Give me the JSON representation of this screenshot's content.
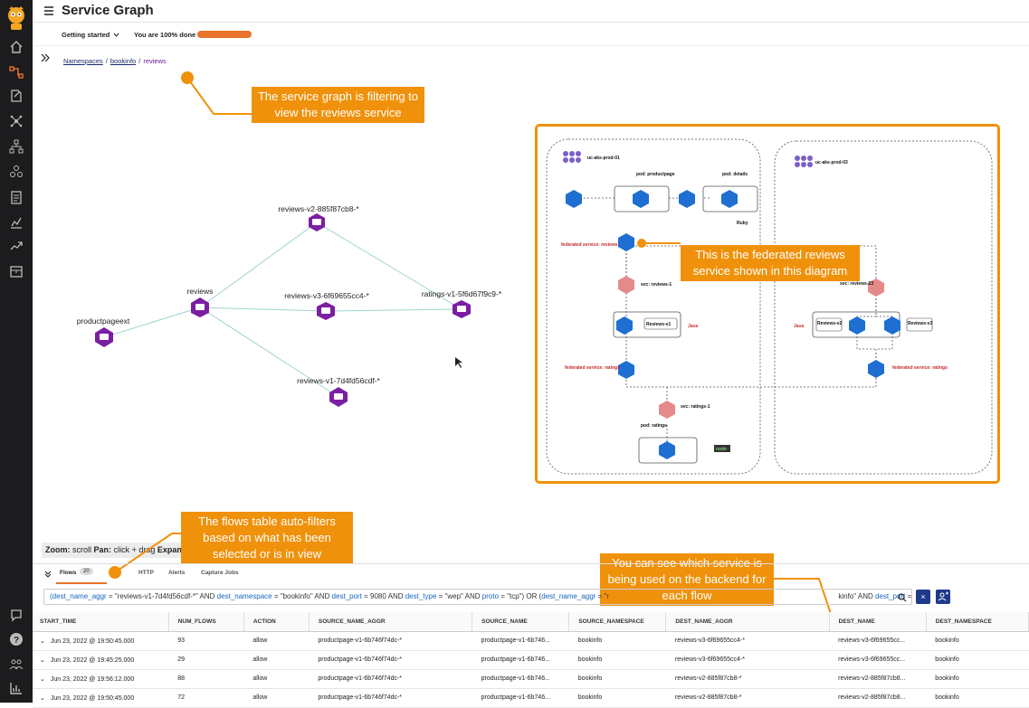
{
  "header": {
    "title": "Service Graph"
  },
  "progress": {
    "getting_started": "Getting started",
    "done_text": "You are 100% done",
    "value_percent": 100,
    "bar_color": "#e8732a"
  },
  "breadcrumb": {
    "items": [
      "Namespaces",
      "bookinfo",
      "reviews"
    ],
    "separator": "/"
  },
  "graph": {
    "nodes": {
      "reviews_v2": "reviews-v2-885f87cb8-*",
      "reviews": "reviews",
      "reviews_v3": "reviews-v3-6f69655cc4-*",
      "ratings_v1": "ratings-v1-5f6d67f9c9-*",
      "productpageext": "productpageext",
      "reviews_v1": "reviews-v1-7d4fd56cdf-*"
    },
    "node_color": "#7b1fa2"
  },
  "callouts": {
    "filter": "The service graph is filtering to view the reviews service",
    "federated": "This is the federated reviews service shown in this diagram",
    "flows": "The flows table auto-filters based on what has been selected or is in view",
    "backend": "You can see which service is being used on the backend for each flow"
  },
  "federated_diagram": {
    "cluster_left": "uc-aks-prod-01",
    "cluster_right": "uc-aks-prod-03",
    "pod_productpage": "pod: productpage",
    "pod_details": "pod: details",
    "ruby": "Ruby",
    "fed_reviews": "federated service: reviews",
    "svc_reviews_1": "svc: reviews-1",
    "svc_reviews_23": "svc: reviews-23",
    "reviews_v1": "Reviews-v1",
    "reviews_v2": "Reviews-v2",
    "reviews_v3": "Reviews-v3",
    "java": "Java",
    "fed_ratings_left": "federated service: ratings",
    "fed_ratings_right": "federated service: ratings",
    "svc_ratings_1": "svc: ratings-1",
    "pod_ratings": "pod: ratings",
    "node": "node"
  },
  "zoombar": {
    "zoom_label": "Zoom:",
    "zoom_value": "scroll",
    "pan_label": "Pan:",
    "pan_value": "click + drag",
    "expand_label": "Expan"
  },
  "tabs": {
    "flows": "Flows",
    "flows_count": "20",
    "http": "HTTP",
    "alerts": "Alerts",
    "capture_jobs": "Capture Jobs"
  },
  "filter": {
    "query_parts": [
      [
        "(",
        "k"
      ],
      [
        "dest_name_aggr",
        "k"
      ],
      [
        " = \"reviews-v1-7d4fd56cdf-*\" AND ",
        ""
      ],
      [
        "dest_namespace",
        "k"
      ],
      [
        " = \"bookinfo\" AND ",
        ""
      ],
      [
        "dest_port",
        "k"
      ],
      [
        " = 9080 AND ",
        ""
      ],
      [
        "dest_type",
        "k"
      ],
      [
        " = \"wep\" AND ",
        ""
      ],
      [
        "proto",
        "k"
      ],
      [
        " = \"tcp\") OR (",
        ""
      ],
      [
        "dest_name_aggr",
        "k"
      ],
      [
        " = \"r",
        ""
      ],
      [
        "                                                                                                                  ",
        ""
      ],
      [
        "kinfo\" AND ",
        ""
      ],
      [
        "dest_port",
        "k"
      ],
      [
        " = 9080 AND ",
        ""
      ],
      [
        "dest_",
        "k"
      ]
    ],
    "clear": "×"
  },
  "table": {
    "columns": [
      "START_TIME",
      "NUM_FLOWS",
      "ACTION",
      "SOURCE_NAME_AGGR",
      "SOURCE_NAME",
      "SOURCE_NAMESPACE",
      "DEST_NAME_AGGR",
      "DEST_NAME",
      "DEST_NAMESPACE"
    ],
    "rows": [
      [
        "Jun 23, 2022 @ 19:50:45.000",
        "93",
        "allow",
        "productpage-v1-6b746f74dc-*",
        "productpage-v1-6b746...",
        "bookinfo",
        "reviews-v3-6f69655cc4-*",
        "reviews-v3-6f69655cc...",
        "bookinfo"
      ],
      [
        "Jun 23, 2022 @ 19:45:25.000",
        "29",
        "allow",
        "productpage-v1-6b746f74dc-*",
        "productpage-v1-6b746...",
        "bookinfo",
        "reviews-v3-6f69655cc4-*",
        "reviews-v3-6f69655cc...",
        "bookinfo"
      ],
      [
        "Jun 23, 2022 @ 19:56:12.000",
        "88",
        "allow",
        "productpage-v1-6b746f74dc-*",
        "productpage-v1-6b746...",
        "bookinfo",
        "reviews-v2-885f87cb8-*",
        "reviews-v2-885f87cb8...",
        "bookinfo"
      ],
      [
        "Jun 23, 2022 @ 19:50:45.000",
        "72",
        "allow",
        "productpage-v1-6b746f74dc-*",
        "productpage-v1-6b746...",
        "bookinfo",
        "reviews-v2-885f87cb8-*",
        "reviews-v2-885f87cb8...",
        "bookinfo"
      ]
    ]
  },
  "icons": [
    "home-icon",
    "service-graph-icon",
    "policies-icon",
    "network-icon",
    "endpoints-icon",
    "cluster-icon",
    "compliance-icon",
    "dashboards-icon",
    "activity-icon",
    "managed-clusters-icon",
    "chat-icon",
    "help-icon",
    "users-icon",
    "stats-icon"
  ]
}
